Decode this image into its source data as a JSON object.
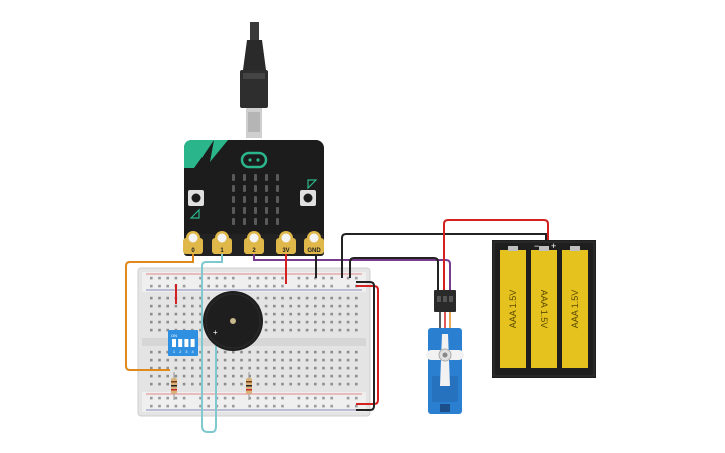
{
  "microbit": {
    "pins": [
      "0",
      "1",
      "2",
      "3V",
      "GND"
    ],
    "led_rows": 5,
    "led_cols": 5
  },
  "battery": {
    "cells": [
      "AAA 1.5V",
      "AAA 1.5V",
      "AAA 1.5V"
    ],
    "minus_sign": "−",
    "plus_sign": "+"
  },
  "dip_switch": {
    "label": "ON",
    "numbers": [
      "1",
      "2",
      "3",
      "4"
    ]
  },
  "buzzer": {
    "plus_sign": "+"
  },
  "colors": {
    "wire_orange": "#e08a1e",
    "wire_cyan": "#7fc8d0",
    "wire_purple": "#7a3b8f",
    "wire_red": "#d32020",
    "wire_black": "#222222",
    "microbit_board": "#1c1c1c",
    "microbit_accent": "#2bb58a",
    "battery_cell": "#e6c21e",
    "servo_body": "#2b7fd1",
    "dip_switch": "#2f8fe0"
  }
}
